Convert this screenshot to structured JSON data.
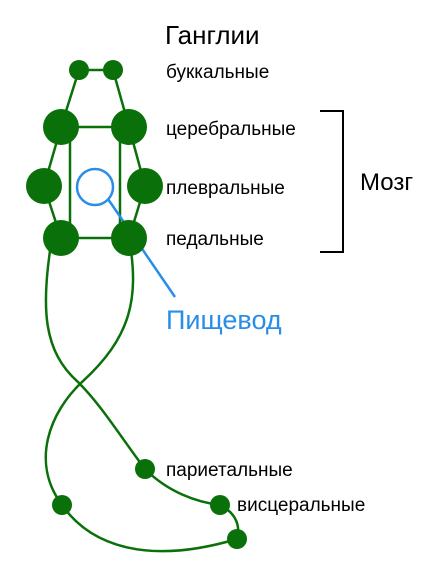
{
  "title": "Ганглии",
  "ganglia": {
    "buccal": "буккальные",
    "cerebral": "церебральные",
    "pleural": "плевральные",
    "pedal": "педальные",
    "parietal": "париетальные",
    "visceral": "висцеральные"
  },
  "brain_label": "Мозг",
  "esophagus_label": "Пищевод",
  "colors": {
    "ganglion": "#0a700a",
    "esophagus": "#2a8de8",
    "bracket": "#000000"
  }
}
